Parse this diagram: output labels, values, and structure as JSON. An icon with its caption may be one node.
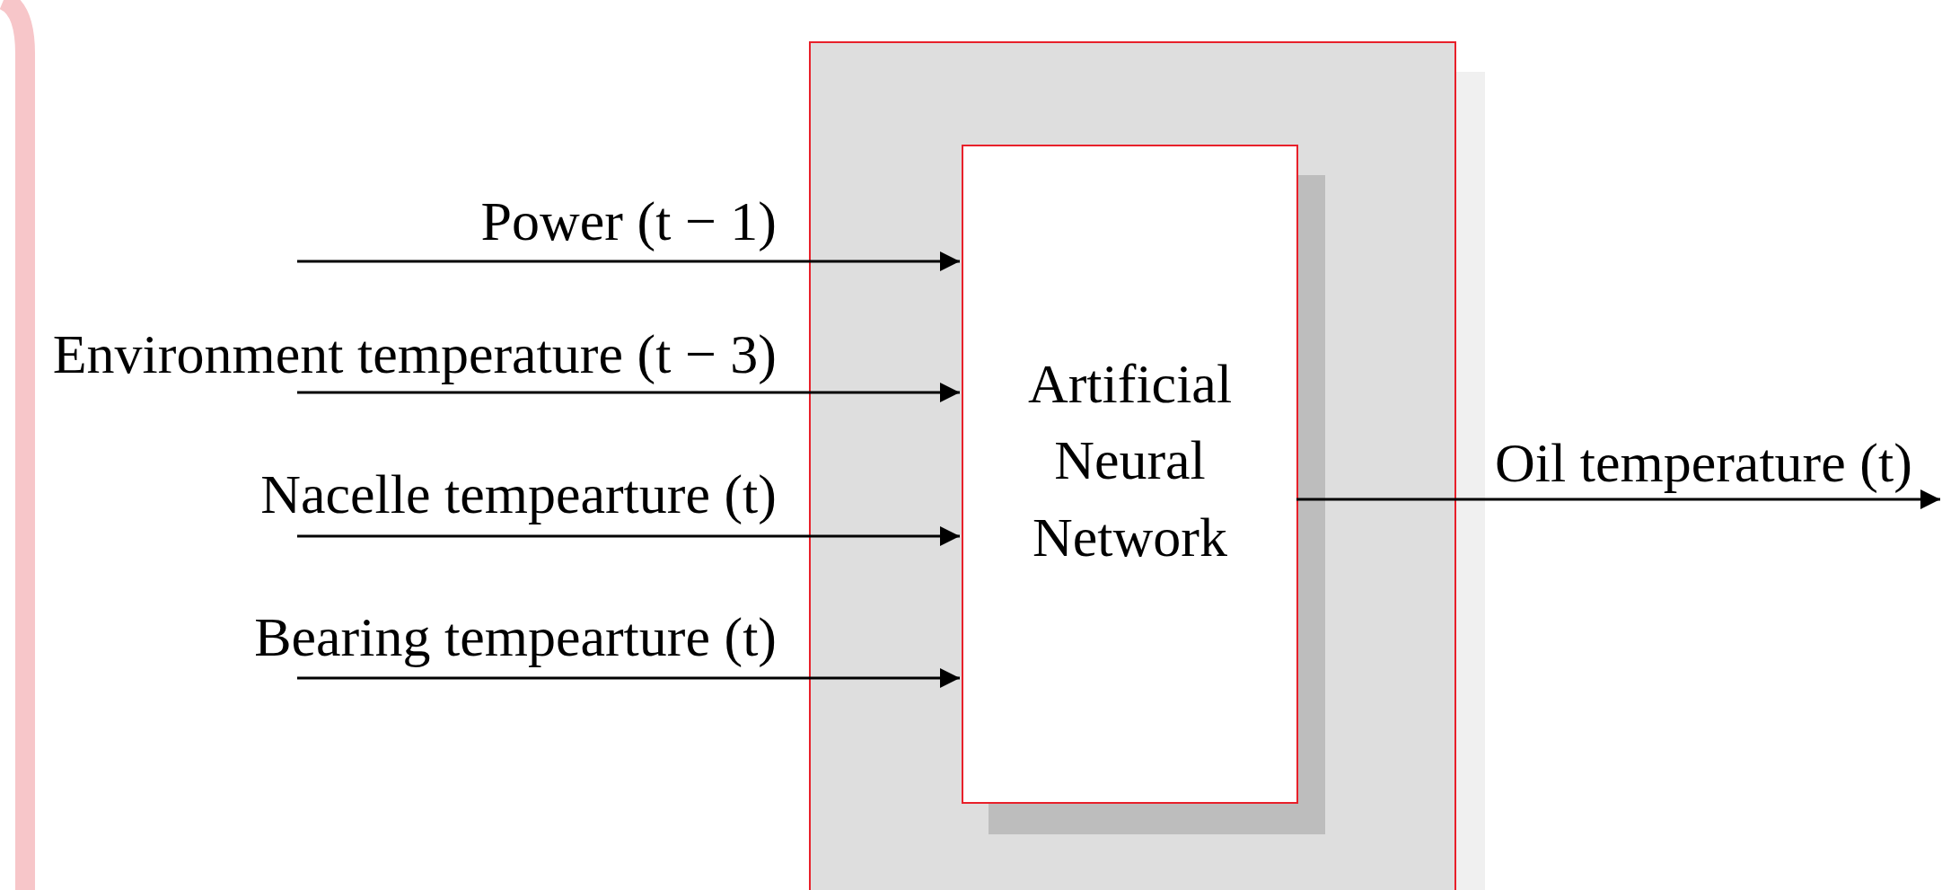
{
  "diagram": {
    "nodes": [
      {
        "text": [],
        "shape": "box"
      },
      {
        "text": [
          "Artificial Neural Network"
        ],
        "in": 0
      }
    ],
    "edges": [
      {
        "from": null,
        "to": 1,
        "arrow": "to",
        "label": "Power (t − 1)"
      },
      {
        "from": null,
        "to": 1,
        "arrow": "to",
        "label": "Environment temperature (t − 3)"
      },
      {
        "from": null,
        "to": 1,
        "arrow": "to",
        "label": "Nacelle tempearture (t)"
      },
      {
        "from": null,
        "to": 1,
        "arrow": "to",
        "label": "Bearing tempearture (t)"
      },
      {
        "from": 1,
        "to": null,
        "arrow": "to",
        "label": "Oil temperature (t)"
      }
    ]
  }
}
